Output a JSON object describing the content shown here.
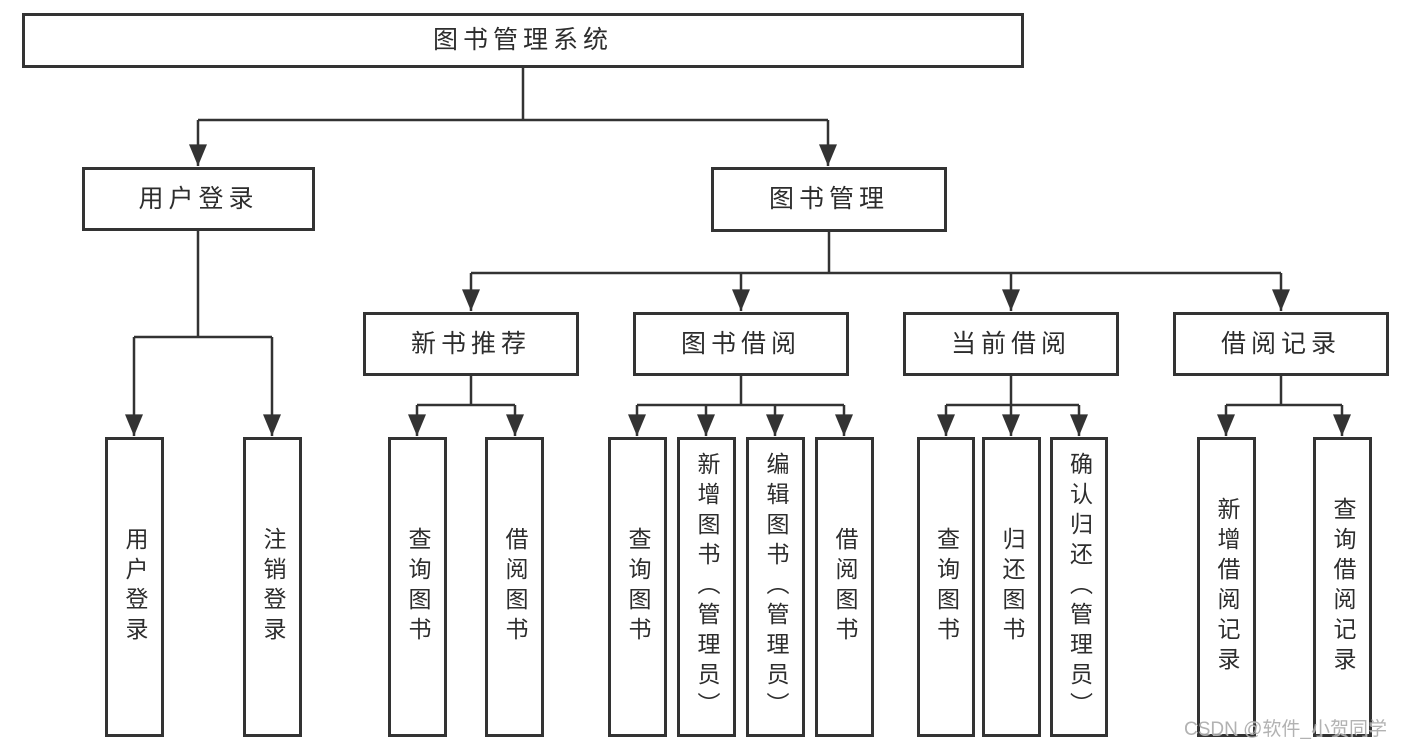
{
  "diagram": {
    "root": {
      "label": "图书管理系统"
    },
    "branches": [
      {
        "label": "用户登录",
        "children": [
          {
            "label": "用户登录"
          },
          {
            "label": "注销登录"
          }
        ]
      },
      {
        "label": "图书管理",
        "children": [
          {
            "label": "新书推荐",
            "children": [
              {
                "label": "查询图书"
              },
              {
                "label": "借阅图书"
              }
            ]
          },
          {
            "label": "图书借阅",
            "children": [
              {
                "label": "查询图书"
              },
              {
                "label": "新增图书（管理员）"
              },
              {
                "label": "编辑图书（管理员）"
              },
              {
                "label": "借阅图书"
              }
            ]
          },
          {
            "label": "当前借阅",
            "children": [
              {
                "label": "查询图书"
              },
              {
                "label": "归还图书"
              },
              {
                "label": "确认归还（管理员）"
              }
            ]
          },
          {
            "label": "借阅记录",
            "children": [
              {
                "label": "新增借阅记录"
              },
              {
                "label": "查询借阅记录"
              }
            ]
          }
        ]
      }
    ]
  },
  "colors": {
    "line": "#333333",
    "text": "#2d2d2d",
    "watermark": "#a5a5a5"
  },
  "watermark": "CSDN @软件_小贺同学"
}
